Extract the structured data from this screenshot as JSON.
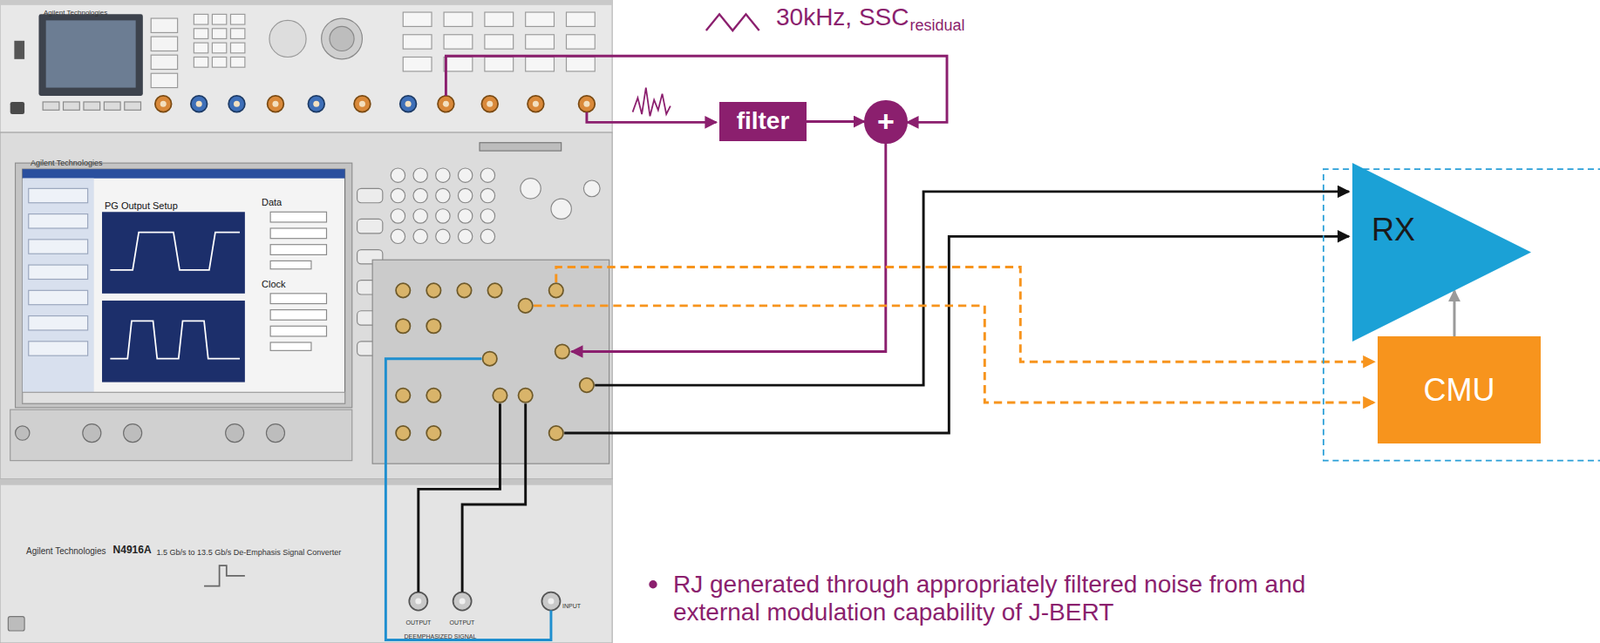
{
  "diagram": {
    "nodes": [
      {
        "text": [
          "filter"
        ]
      },
      {
        "text": [
          "+"
        ]
      },
      {
        "text": [
          "RX"
        ]
      },
      {
        "text": [
          "CMU"
        ]
      }
    ],
    "edges": [
      {
        "from": 0,
        "to": 1,
        "arrow": "to"
      },
      {
        "from": 3,
        "to": 2,
        "arrow": "to"
      }
    ],
    "labels": [
      "30kHz, SSC",
      "residual",
      "Agilent Technologies",
      "Agilent Technologies",
      "PG Output Setup",
      "Data",
      "Clock",
      "Agilent Technologies",
      "N4916A",
      "1.5 Gb/s to 13.5 Gb/s De-Emphasis Signal Converter",
      "DEEMPHASIZED SIGNAL",
      "OUTPUT",
      "OUTPUT",
      "INPUT",
      "RJ generated through appropriately filtered noise from and external modulation capability of J-BERT"
    ]
  }
}
